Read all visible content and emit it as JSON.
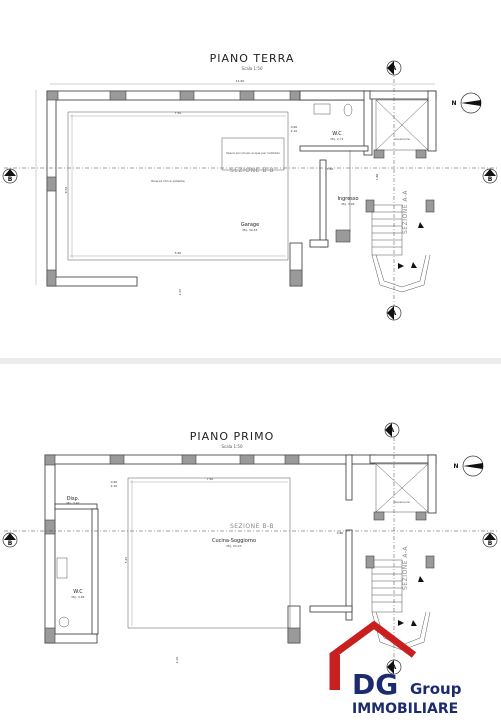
{
  "plans": [
    {
      "title": "PIANO TERRA",
      "scale": "Scala 1:50",
      "section_aa": "SEZIONE A-A",
      "section_bb": "SEZIONE B-B",
      "rooms": [
        {
          "name": "Garage",
          "area": "Mq. 39,45"
        },
        {
          "name": "W.C",
          "area": "Mq. 2,71"
        },
        {
          "name": "Ingresso",
          "area": "Mq. 3,94"
        },
        {
          "name": "Ascensore",
          "area": ""
        }
      ],
      "annotations": [
        "Riserva idrica potabile",
        "Vasca accumulo acque per riutilizzo"
      ],
      "markers": {
        "a_top": "A",
        "a_bottom": "A",
        "b_left": "B",
        "b_right": "B"
      },
      "north": "N",
      "dimensions": [
        "11,50",
        "7,50",
        "9,50",
        "5,50",
        "2,35",
        "1,80",
        "3,50",
        "0,90",
        "2,10"
      ]
    },
    {
      "title": "PIANO PRIMO",
      "scale": "Scala 1:50",
      "section_aa": "SEZIONE A-A",
      "section_bb": "SEZIONE B-B",
      "rooms": [
        {
          "name": "Disp.",
          "area": "Mq. 3,47"
        },
        {
          "name": "Cucina-Soggiorno",
          "area": "Mq. 33,93"
        },
        {
          "name": "W.C",
          "area": "Mq. 3,84"
        },
        {
          "name": "Ascensore",
          "area": ""
        }
      ],
      "markers": {
        "a_top": "A",
        "a_bottom": "A",
        "b_left": "B",
        "b_right": "B"
      },
      "north": "N",
      "dimensions": [
        "7,50",
        "0,90",
        "2,10",
        "5,45",
        "2,10",
        "0,80"
      ]
    }
  ],
  "logo": {
    "initials": "DG",
    "word": "Group",
    "tagline": "IMMOBILIARE",
    "colors": {
      "blue": "#1c2a6e",
      "red": "#c8201f"
    }
  }
}
